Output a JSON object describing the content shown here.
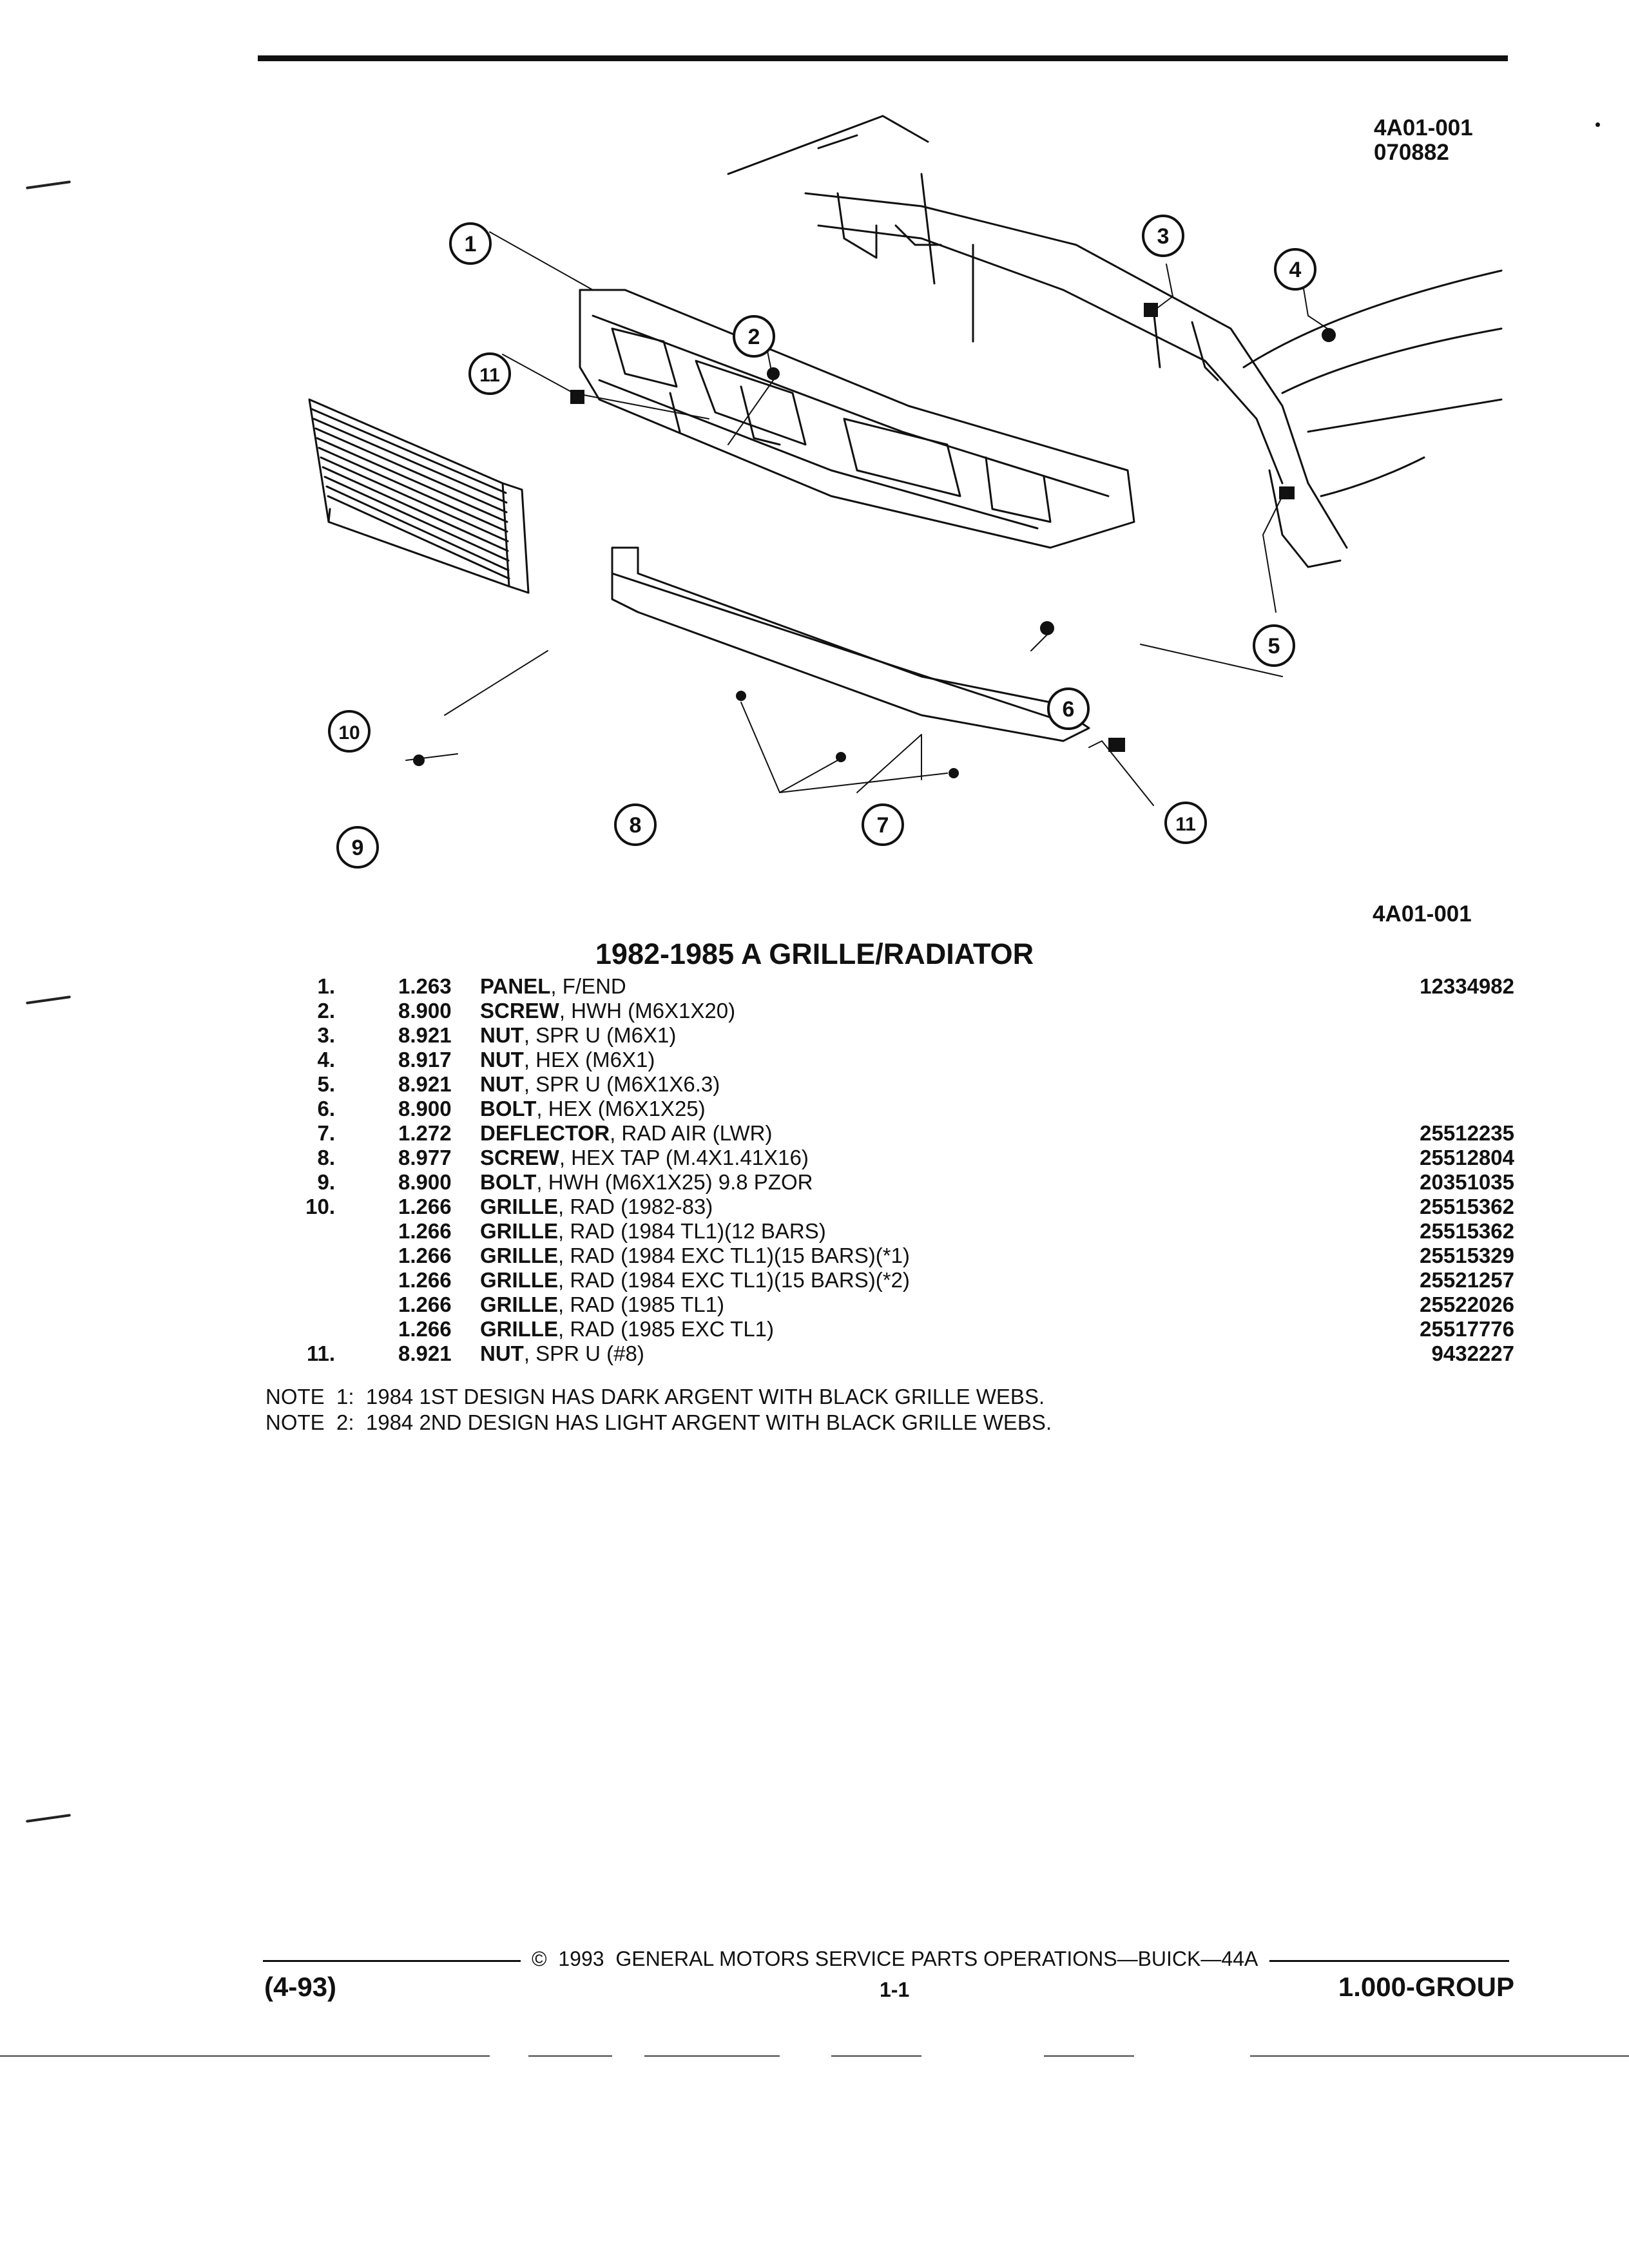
{
  "header": {
    "codes": [
      "4A01-001",
      "070882"
    ],
    "figure_code": "4A01-001"
  },
  "title": "1982-1985 A GRILLE/RADIATOR",
  "parts": [
    {
      "num": "1.",
      "group": "1.263",
      "name": "PANEL",
      "spec": ", F/END",
      "part_no": "12334982"
    },
    {
      "num": "2.",
      "group": "8.900",
      "name": "SCREW",
      "spec": ", HWH (M6X1X20)",
      "part_no": ""
    },
    {
      "num": "3.",
      "group": "8.921",
      "name": "NUT",
      "spec": ", SPR U (M6X1)",
      "part_no": ""
    },
    {
      "num": "4.",
      "group": "8.917",
      "name": "NUT",
      "spec": ", HEX (M6X1)",
      "part_no": ""
    },
    {
      "num": "5.",
      "group": "8.921",
      "name": "NUT",
      "spec": ", SPR U (M6X1X6.3)",
      "part_no": ""
    },
    {
      "num": "6.",
      "group": "8.900",
      "name": "BOLT",
      "spec": ", HEX (M6X1X25)",
      "part_no": ""
    },
    {
      "num": "7.",
      "group": "1.272",
      "name": "DEFLECTOR",
      "spec": ", RAD AIR (LWR)",
      "part_no": "25512235"
    },
    {
      "num": "8.",
      "group": "8.977",
      "name": "SCREW",
      "spec": ", HEX TAP (M.4X1.41X16)",
      "part_no": "25512804"
    },
    {
      "num": "9.",
      "group": "8.900",
      "name": "BOLT",
      "spec": ", HWH (M6X1X25) 9.8 PZOR",
      "part_no": "20351035"
    },
    {
      "num": "10.",
      "group": "1.266",
      "name": "GRILLE",
      "spec": ", RAD (1982-83)",
      "part_no": "25515362"
    },
    {
      "num": "",
      "group": "1.266",
      "name": "GRILLE",
      "spec": ", RAD (1984 TL1)(12 BARS)",
      "part_no": "25515362"
    },
    {
      "num": "",
      "group": "1.266",
      "name": "GRILLE",
      "spec": ", RAD (1984 EXC TL1)(15 BARS)(*1)",
      "part_no": "25515329"
    },
    {
      "num": "",
      "group": "1.266",
      "name": "GRILLE",
      "spec": ", RAD (1984 EXC TL1)(15 BARS)(*2)",
      "part_no": "25521257"
    },
    {
      "num": "",
      "group": "1.266",
      "name": "GRILLE",
      "spec": ", RAD (1985 TL1)",
      "part_no": "25522026"
    },
    {
      "num": "",
      "group": "1.266",
      "name": "GRILLE",
      "spec": ", RAD (1985 EXC TL1)",
      "part_no": "25517776"
    },
    {
      "num": "11.",
      "group": "8.921",
      "name": "NUT",
      "spec": ", SPR U (#8)",
      "part_no": "9432227"
    }
  ],
  "notes": [
    "NOTE  1:  1984 1ST DESIGN HAS DARK ARGENT WITH BLACK GRILLE WEBS.",
    "NOTE  2:  1984 2ND DESIGN HAS LIGHT ARGENT WITH BLACK GRILLE WEBS."
  ],
  "callouts": [
    "1",
    "2",
    "3",
    "4",
    "5",
    "6",
    "7",
    "8",
    "9",
    "10",
    "11",
    "11"
  ],
  "footer": {
    "copyright": "©  1993  GENERAL MOTORS SERVICE PARTS OPERATIONS—BUICK—44A",
    "date": "(4-93)",
    "page": "1-1",
    "group": "1.000-GROUP"
  }
}
